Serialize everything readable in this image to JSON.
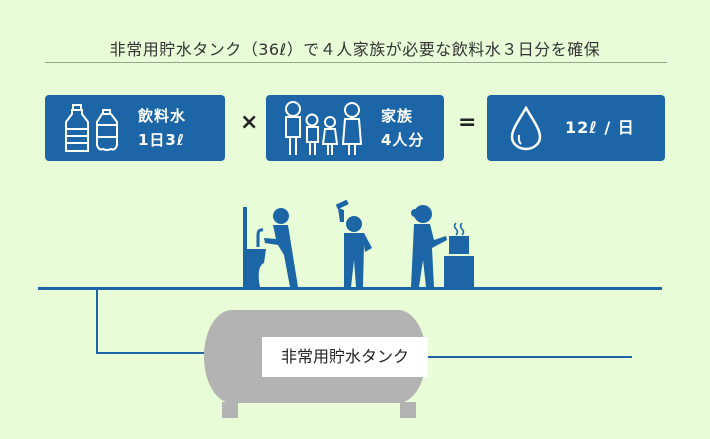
{
  "title": "非常用貯水タンク（36ℓ）で４人家族が必要な飲料水３日分を確保",
  "cards": [
    {
      "icon": "water-bottles-icon",
      "line1": "飲料水",
      "line2": "1日3ℓ"
    },
    {
      "icon": "family-icon",
      "line1": "家族",
      "line2": "4人分"
    },
    {
      "icon": "water-drop-icon",
      "line1": "12ℓ / 日"
    }
  ],
  "operators": {
    "multiply": "×",
    "equals": "="
  },
  "activities": [
    {
      "icon": "washing-hands-icon"
    },
    {
      "icon": "drinking-icon"
    },
    {
      "icon": "cooking-icon"
    }
  ],
  "tank": {
    "label": "非常用貯水タンク"
  },
  "colors": {
    "background": "#e8fcd8",
    "primary_blue": "#1c66a8",
    "tank_gray": "#b3b3b3"
  }
}
